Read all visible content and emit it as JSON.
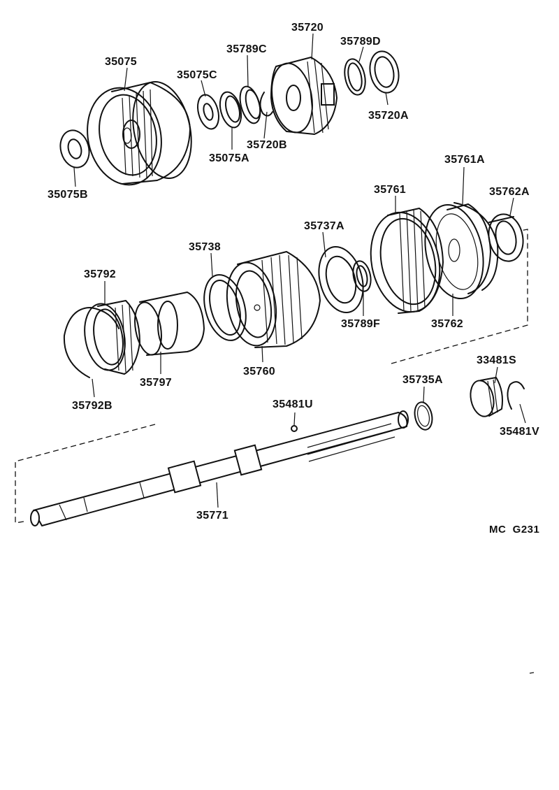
{
  "labels": {
    "p35075": "35075",
    "p35075C": "35075C",
    "p35789C": "35789C",
    "p35720": "35720",
    "p35789D": "35789D",
    "p35720A": "35720A",
    "p35720B": "35720B",
    "p35075A": "35075A",
    "p35075B": "35075B",
    "p35761A": "35761A",
    "p35761": "35761",
    "p35762A": "35762A",
    "p35737A": "35737A",
    "p35738": "35738",
    "p35792": "35792",
    "p35789F": "35789F",
    "p35762": "35762",
    "p35760": "35760",
    "p35797": "35797",
    "p35792B": "35792B",
    "p33481S": "33481S",
    "p35735A": "35735A",
    "p35481U": "35481U",
    "p35481V": "35481V",
    "p35771": "35771"
  },
  "figure_ref": "MC  G231"
}
